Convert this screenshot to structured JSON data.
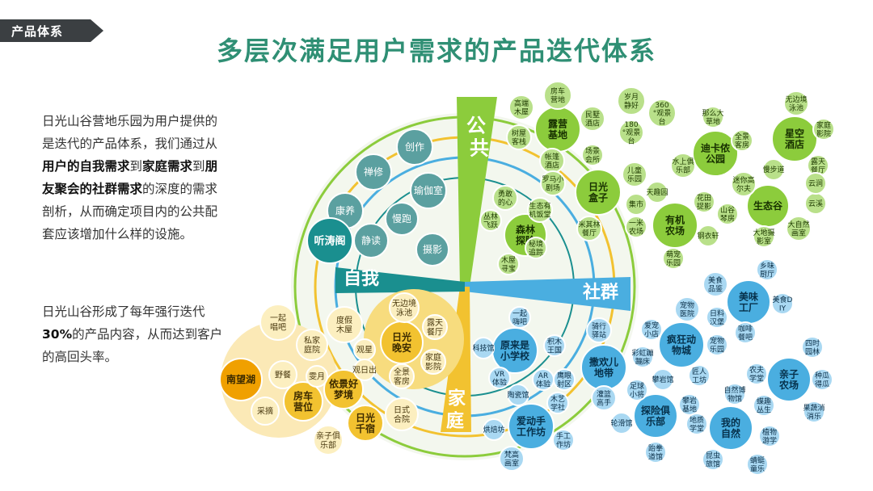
{
  "tag": "产品体系",
  "title": "多层次满足用户需求的产品迭代体系",
  "intro": {
    "p1_a": "日光山谷营地乐园为用户提供的是迭代的产品体系，我们通过从",
    "p1_b": "用户的自我需求",
    "p1_c": "到",
    "p1_d": "家庭需求",
    "p1_e": "到",
    "p1_f": "朋友聚会的社群需求",
    "p1_g": "的深度的需求剖析，从而确定项目内的公共配套应该增加什么样的设施。",
    "p2_a": "日光山谷形成了每年强行迭代",
    "p2_b": "30%",
    "p2_c": "的产品内容，从而达到客户的高回头率。"
  },
  "sections": {
    "public": "公共",
    "self": "自我",
    "social": "社群",
    "family": "家庭"
  },
  "colors": {
    "teal": "#1a8f8f",
    "green": "#8ccc3c",
    "light_green": "#b9e08a",
    "blue": "#4aaee0",
    "light_blue": "#a9d8f2",
    "yellow": "#f2c230",
    "light_yellow": "#f7dc7e",
    "orange": "#f0a000",
    "gray_bubble": "#bfc1c1"
  },
  "bubbles": {
    "self": {
      "main": "听涛阁",
      "items": [
        "创作",
        "禅修",
        "瑜伽室",
        "康养",
        "慢跑",
        "静读",
        "摄影"
      ]
    },
    "family": {
      "main": [
        "日光晚安",
        "依景好梦境",
        "日光千宿",
        "房车营位",
        "南望湖"
      ],
      "items": [
        "无边境泳池",
        "露天餐厅",
        "度假木屋",
        "观星",
        "观日出",
        "家庭影院",
        "全景客房",
        "日式合院",
        "一起唱吧",
        "私家庭院",
        "野餐",
        "雯月",
        "采摘",
        "亲子俱乐部"
      ]
    },
    "public": {
      "main": [
        "露营基地",
        "日光盒子",
        "森林探险",
        "有机农场",
        "迪卡侬公园",
        "星空酒店",
        "生态谷"
      ],
      "items": [
        "房车营地",
        "高端木屋",
        "民墅酒店",
        "树屋客栈",
        "帐篷酒店",
        "场景会所",
        "罗马小剧场",
        "儿童乐园",
        "勇敢的心",
        "生态有机饭堂",
        "丛林飞跃",
        "秘境追踪",
        "米其林餐厅",
        "木屋寻宝",
        "岁月静好",
        "360°观景台",
        "180°观景台",
        "那么大草地",
        "水上俱乐部",
        "全景客房",
        "无边境泳池",
        "家庭影院",
        "露天餐厅",
        "慢步道",
        "天趣园",
        "花田捉影",
        "迷你高尔夫",
        "集市",
        "一米农场",
        "山谷琴房",
        "钢衣轩",
        "萌宠乐园",
        "云溪",
        "云涧",
        "大自然画室",
        "大地摄影室"
      ]
    },
    "social": {
      "main": [
        "原来是小学校",
        "撒欢儿地带",
        "疯狂动物城",
        "美味工厂",
        "亲子农场",
        "爱动手工作坊",
        "探险俱乐部",
        "我的自然"
      ],
      "items": [
        "一起嗨吧",
        "科技馆",
        "积木王国",
        "VR体验",
        "AR体验",
        "鹰眼射区",
        "骑行驿站",
        "陶瓷馆",
        "木艺学社",
        "烘焙坊",
        "手工作坊",
        "梵高画室",
        "灌篮高手",
        "足球小将",
        "彩虹蹦蹦床",
        "攀岩馆",
        "宠物医院",
        "爱宠小店",
        "宠物乐园",
        "匠人工坊",
        "美食品鉴",
        "日料汉堡",
        "美食DIY",
        "咖啡餐吧",
        "乡味厨厅",
        "四时园林",
        "农夫学堂",
        "种瓜得瓜",
        "蝶趣丛生",
        "果蔬消消乐",
        "植物游学",
        "蜻蜓童乐",
        "攀岩基地",
        "自然博物馆",
        "轮滑馆",
        "地质学堂",
        "昆虫旅馆",
        "跆拳道馆"
      ]
    }
  }
}
